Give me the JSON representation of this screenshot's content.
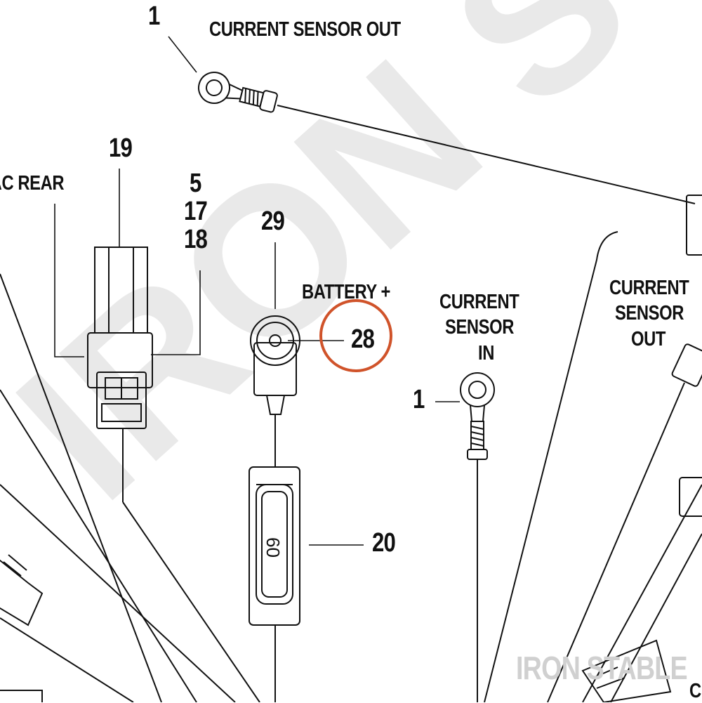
{
  "watermark": {
    "text": "IRON STABLE",
    "color": "#e9e9e9",
    "footer_color": "#d0d0d0"
  },
  "labels": {
    "callout_1_top": "1",
    "current_sensor_out_top": "CURRENT SENSOR OUT",
    "callout_19": "19",
    "pac_rear": "PAC REAR",
    "callout_5": "5",
    "callout_17": "17",
    "callout_18": "18",
    "callout_29": "29",
    "battery_plus": "BATTERY +",
    "callout_28": "28",
    "current_sensor_in_line1": "CURRENT",
    "current_sensor_in_line2": "SENSOR",
    "current_sensor_in_line3": "IN",
    "callout_1_mid": "1",
    "current_sensor_out_right_line1": "CURRENT",
    "current_sensor_out_right_line2": "SENSOR",
    "current_sensor_out_right_line3": "OUT",
    "callout_20": "20",
    "fuse_rating": "60",
    "partial_c": "C"
  },
  "highlight": {
    "color": "#d0532a"
  }
}
